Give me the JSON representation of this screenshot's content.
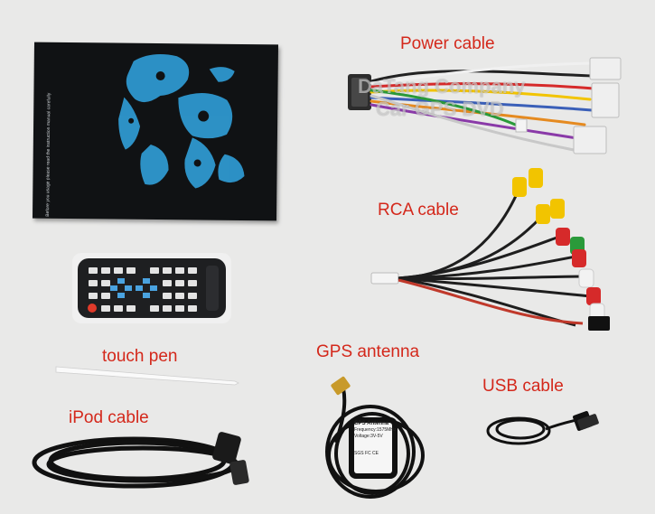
{
  "labels": {
    "power_cable": "Power cable",
    "rca_cable": "RCA cable",
    "touch_pen": "touch pen",
    "gps_antenna": "GPS antenna",
    "usb_cable": "USB cable",
    "ipod_cable": "iPod cable"
  },
  "watermark": {
    "line1": "DaTang Company",
    "line2": "Car GPS DVD"
  },
  "manual": {
    "note": "Before you usage please read the instruction manual carefully"
  },
  "antenna_sticker": {
    "title": "GPS Antenna",
    "frequency": "Frequency:1575MHz",
    "voltage": "Voltage:3V-5V",
    "marks": "SGS  FC  CE"
  },
  "colors": {
    "label_red": "#d4281b",
    "rca_yellow": "#f2c400",
    "rca_red": "#d62a2a",
    "rca_green": "#2a9a3a",
    "rca_white": "#f2f2f2"
  }
}
